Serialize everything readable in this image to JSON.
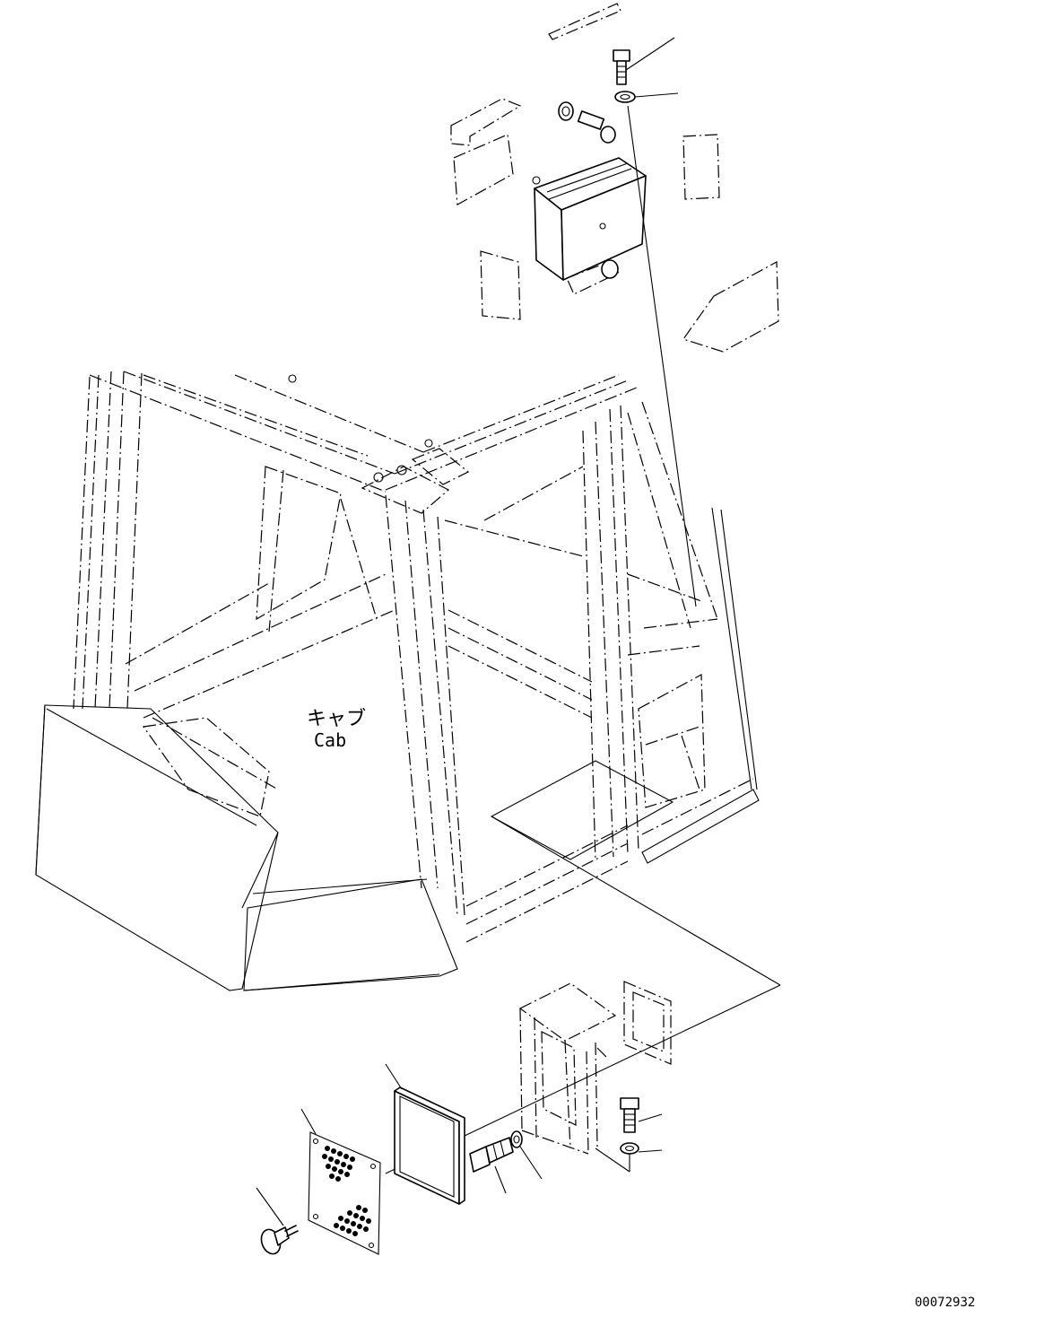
{
  "diagram": {
    "label_jp": "キャブ",
    "label_en": "Cab",
    "drawing_number": "00072932"
  }
}
